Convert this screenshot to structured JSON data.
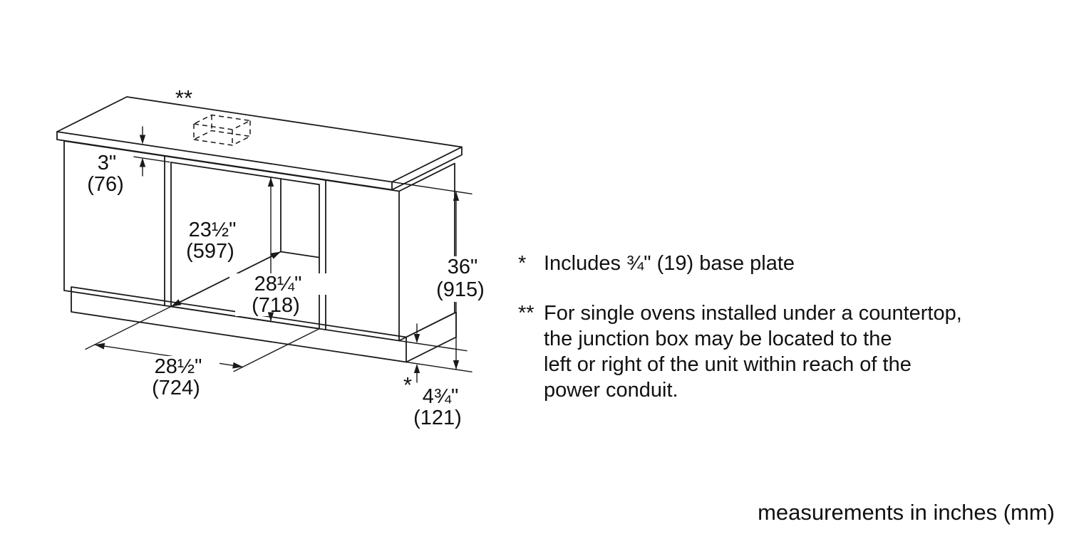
{
  "diagram": {
    "dimensions": {
      "top_clearance": {
        "inches": "3\"",
        "mm": "(76)"
      },
      "cutout_depth": {
        "inches": "23½\"",
        "mm": "(597)"
      },
      "cutout_height": {
        "inches": "28¼\"",
        "mm": "(718)"
      },
      "cutout_width": {
        "inches": "28½\"",
        "mm": "(724)"
      },
      "countertop_height": {
        "inches": "36\"",
        "mm": "(915)"
      },
      "bottom_clearance": {
        "inches": "4¾\"",
        "mm": "(121)"
      }
    },
    "markers": {
      "junction_box": "**",
      "base_plate": "*"
    }
  },
  "notes": {
    "note1": {
      "marker": "*",
      "text": "Includes ¾\" (19) base plate"
    },
    "note2": {
      "marker": "**",
      "lines": [
        "For single ovens installed under a countertop,",
        "the junction box may be located to the",
        "left or right of the unit within reach of the",
        "power conduit."
      ]
    }
  },
  "caption": "measurements in inches (mm)"
}
